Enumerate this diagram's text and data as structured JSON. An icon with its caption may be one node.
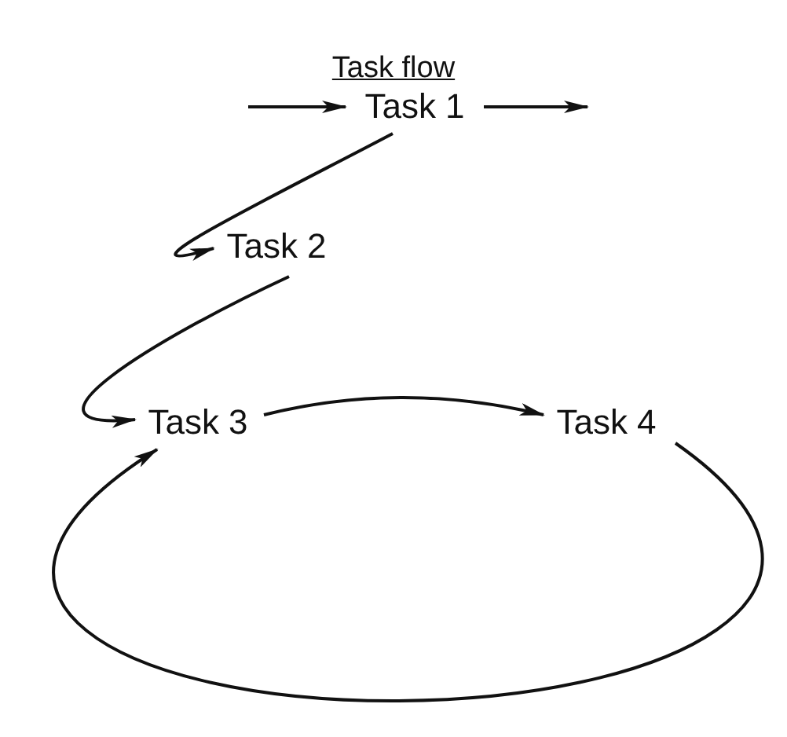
{
  "diagram": {
    "title": "Task flow",
    "nodes": [
      {
        "text": [
          "Task 1"
        ]
      },
      {
        "text": [
          "Task 2"
        ]
      },
      {
        "text": [
          "Task 3"
        ]
      },
      {
        "text": [
          "Task 4"
        ]
      }
    ],
    "edges": [
      {
        "from": null,
        "to": 0,
        "arrow": "to"
      },
      {
        "from": 0,
        "to": null,
        "arrow": "to"
      },
      {
        "from": 0,
        "to": 1,
        "arrow": "to"
      },
      {
        "from": 1,
        "to": 2,
        "arrow": "to"
      },
      {
        "from": 2,
        "to": 3,
        "arrow": "to"
      },
      {
        "from": 3,
        "to": 2,
        "arrow": "to"
      }
    ]
  }
}
